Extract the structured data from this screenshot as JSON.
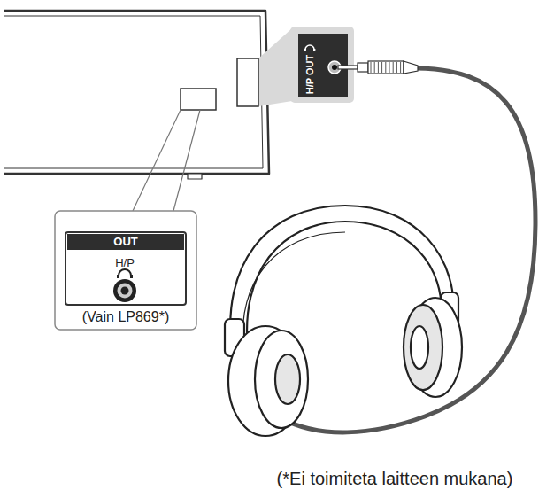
{
  "diagram": {
    "caption": "(*Ei toimiteta laitteen mukana)",
    "labels": [
      "OUT",
      "H/P",
      "(Vain LP869*)",
      "H/P OUT"
    ]
  }
}
